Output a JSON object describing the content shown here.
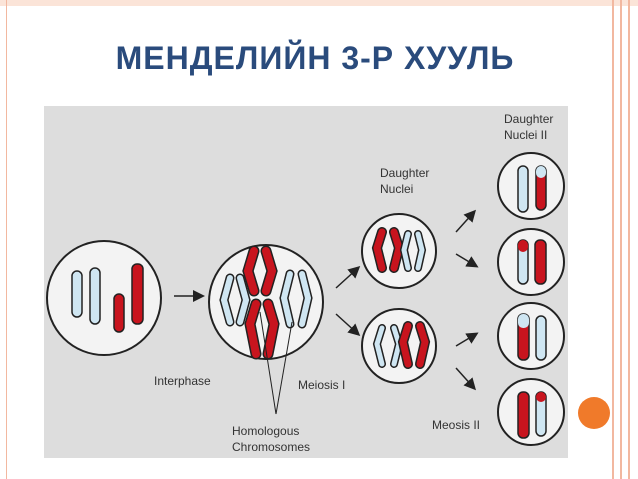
{
  "slide": {
    "title": "МЕНДЕЛИЙН 3-Р ХУУЛЬ"
  },
  "diagram": {
    "labels": {
      "interphase": "Interphase",
      "meiosis1": "Meiosis I",
      "homologous_line1": "Homologous",
      "homologous_line2": "Chromosomes",
      "daughter_nuclei_line1": "Daughter",
      "daughter_nuclei_line2": "Nuclei",
      "daughter_nuclei2_line1": "Daughter",
      "daughter_nuclei2_line2": "Nuclei II",
      "meiosis2": "Meosis II"
    },
    "colors": {
      "red": "#c8141e",
      "blue": "#cfe6f2",
      "outline": "#222222",
      "cell_fill": "#f3f3f3",
      "background": "#dddddd"
    }
  }
}
